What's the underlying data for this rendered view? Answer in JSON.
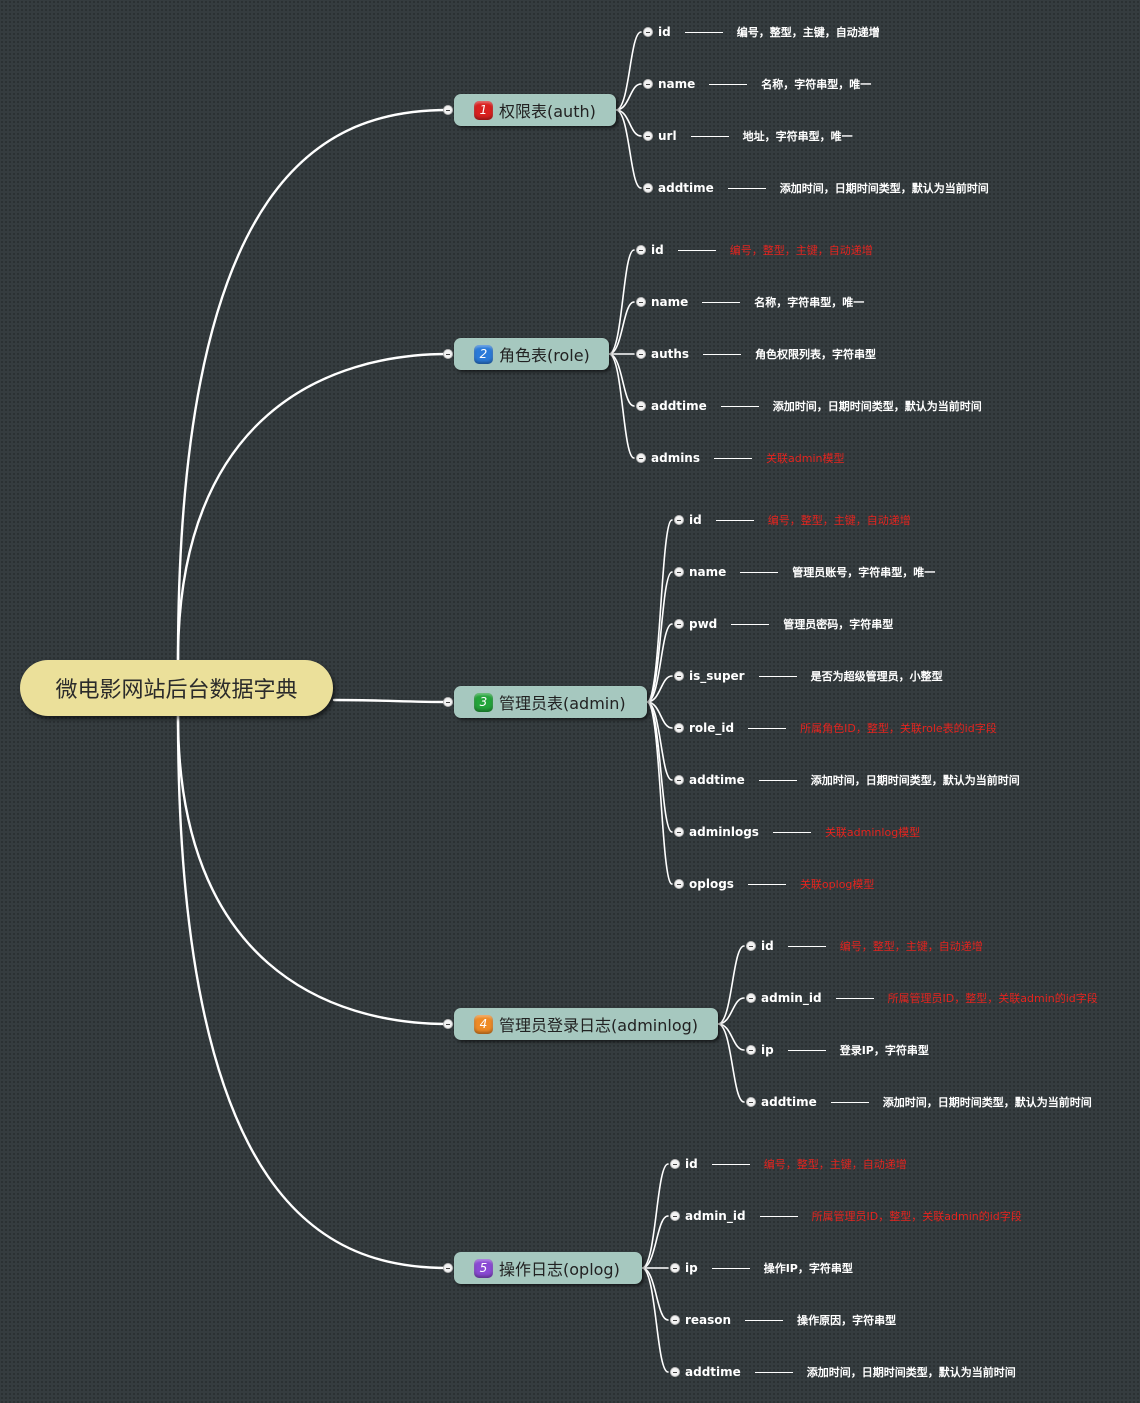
{
  "root": {
    "label": "微电影网站后台数据字典"
  },
  "colors": {
    "background": "#353c3f",
    "root_fill": "#ebe09a",
    "branch_fill": "#a6c8bf",
    "link": "#ffffff",
    "field_text": "#ffffff",
    "highlight_text": "#e4241f"
  },
  "tables": [
    {
      "number": "1",
      "badge_color": "#d9201f",
      "label": "权限表(auth)",
      "fields": [
        {
          "name": "id",
          "desc": "编号，整型，主键，自动递增",
          "red": false
        },
        {
          "name": "name",
          "desc": "名称，字符串型，唯一",
          "red": false
        },
        {
          "name": "url",
          "desc": "地址，字符串型，唯一",
          "red": false
        },
        {
          "name": "addtime",
          "desc": "添加时间，日期时间类型，默认为当前时间",
          "red": false
        }
      ]
    },
    {
      "number": "2",
      "badge_color": "#2a7ad9",
      "label": "角色表(role)",
      "fields": [
        {
          "name": "id",
          "desc": "编号，整型，主键，自动递增",
          "red": true
        },
        {
          "name": "name",
          "desc": "名称，字符串型，唯一",
          "red": false
        },
        {
          "name": "auths",
          "desc": "角色权限列表，字符串型",
          "red": false
        },
        {
          "name": "addtime",
          "desc": "添加时间，日期时间类型，默认为当前时间",
          "red": false
        },
        {
          "name": "admins",
          "desc": "关联admin模型",
          "red": true
        }
      ]
    },
    {
      "number": "3",
      "badge_color": "#23a43a",
      "label": "管理员表(admin)",
      "fields": [
        {
          "name": "id",
          "desc": "编号，整型，主键，自动递增",
          "red": true
        },
        {
          "name": "name",
          "desc": "管理员账号，字符串型，唯一",
          "red": false
        },
        {
          "name": "pwd",
          "desc": "管理员密码，字符串型",
          "red": false
        },
        {
          "name": "is_super",
          "desc": "是否为超级管理员，小整型",
          "red": false
        },
        {
          "name": "role_id",
          "desc": "所属角色ID，整型，关联role表的id字段",
          "red": true
        },
        {
          "name": "addtime",
          "desc": "添加时间，日期时间类型，默认为当前时间",
          "red": false
        },
        {
          "name": "adminlogs",
          "desc": "关联adminlog模型",
          "red": true
        },
        {
          "name": "oplogs",
          "desc": "关联oplog模型",
          "red": true
        }
      ]
    },
    {
      "number": "4",
      "badge_color": "#ee8a25",
      "label": "管理员登录日志(adminlog)",
      "fields": [
        {
          "name": "id",
          "desc": "编号，整型，主键，自动递增",
          "red": true
        },
        {
          "name": "admin_id",
          "desc": "所属管理员ID，整型，关联admin的id字段",
          "red": true
        },
        {
          "name": "ip",
          "desc": "登录IP，字符串型",
          "red": false
        },
        {
          "name": "addtime",
          "desc": "添加时间，日期时间类型，默认为当前时间",
          "red": false
        }
      ]
    },
    {
      "number": "5",
      "badge_color": "#8a4ad4",
      "label": "操作日志(oplog)",
      "fields": [
        {
          "name": "id",
          "desc": "编号，整型，主键，自动递增",
          "red": true
        },
        {
          "name": "admin_id",
          "desc": "所属管理员ID，整型，关联admin的id字段",
          "red": true
        },
        {
          "name": "ip",
          "desc": "操作IP，字符串型",
          "red": false
        },
        {
          "name": "reason",
          "desc": "操作原因，字符串型",
          "red": false
        },
        {
          "name": "addtime",
          "desc": "添加时间，日期时间类型，默认为当前时间",
          "red": false
        }
      ]
    }
  ]
}
